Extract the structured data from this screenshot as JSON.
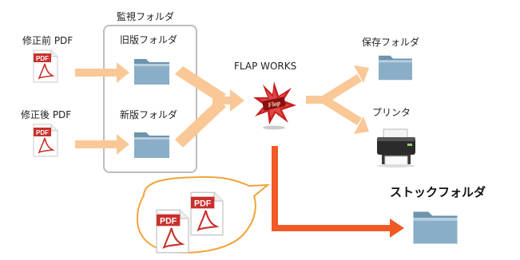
{
  "diagram": {
    "monitor_folder_label": "監視フォルダ",
    "old_folder_label": "旧版フォルダ",
    "new_folder_label": "新版フォルダ",
    "before_pdf_label": "修正前 PDF",
    "after_pdf_label": "修正後 PDF",
    "app_name": "FLAP WORKS",
    "app_logo_text": "Flap",
    "save_folder_label": "保存フォルダ",
    "printer_label": "プリンタ",
    "stock_folder_label": "ストックフォルダ",
    "pdf_badge_text": "PDF"
  },
  "colors": {
    "flow_arrow": "#f9c896",
    "stock_arrow": "#f15a24",
    "bubble_outline": "#f3a33a",
    "folder": "#8aaec8",
    "pdf_red": "#c9302c",
    "monitor_box": "#bdbdbd"
  },
  "icons": [
    "pdf-icon",
    "folder-icon",
    "flap-works-logo-icon",
    "printer-icon"
  ]
}
